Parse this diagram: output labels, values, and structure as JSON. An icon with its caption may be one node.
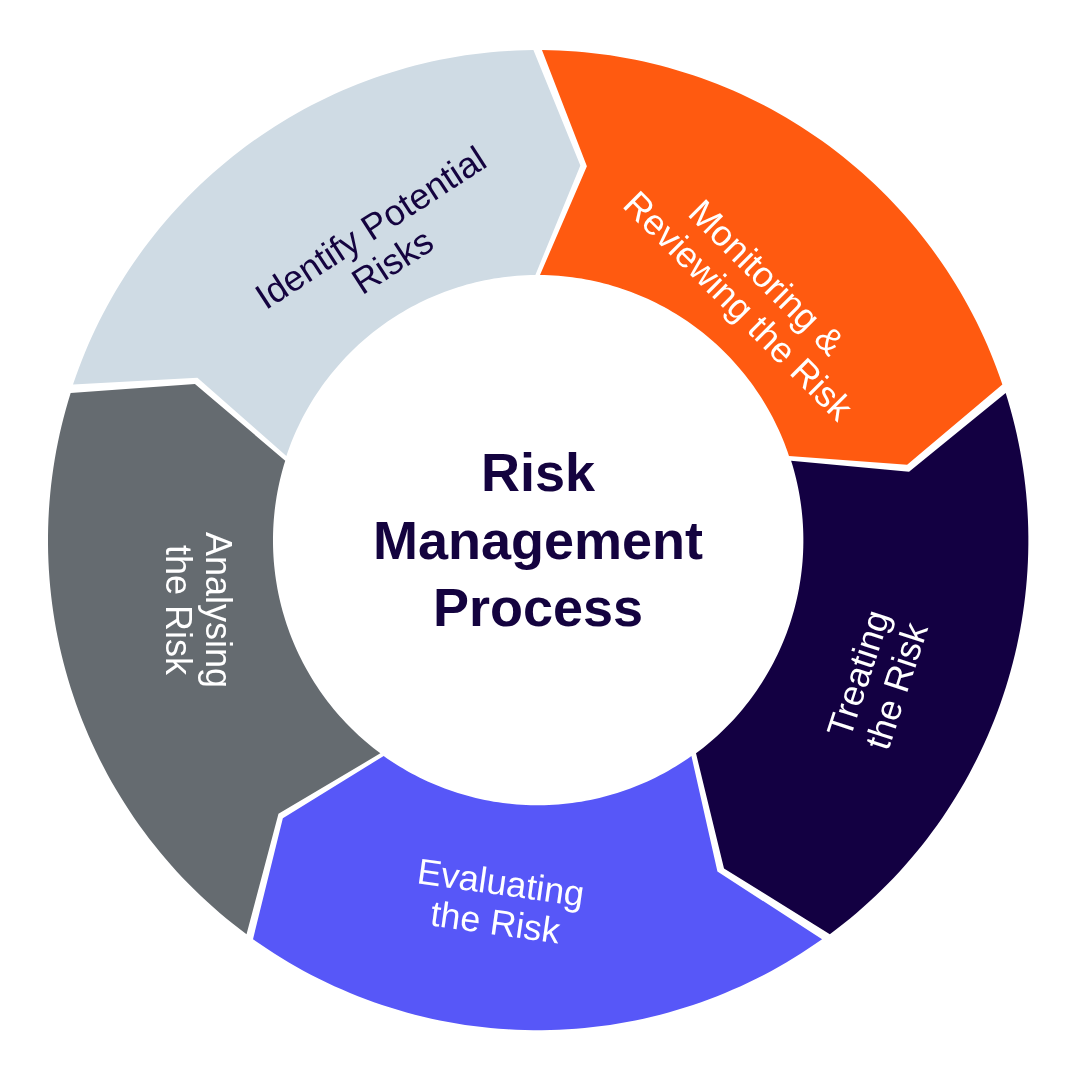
{
  "diagram": {
    "title": "Risk Management Process",
    "nodes": [
      {
        "text": [
          "Identify Potential Risks"
        ]
      },
      {
        "text": [
          "Monitoring & Reviewing the Risk"
        ]
      },
      {
        "text": [
          "Treating the Risk"
        ]
      },
      {
        "text": [
          "Evaluating the Risk"
        ]
      },
      {
        "text": [
          "Analysing the Risk"
        ]
      }
    ]
  }
}
